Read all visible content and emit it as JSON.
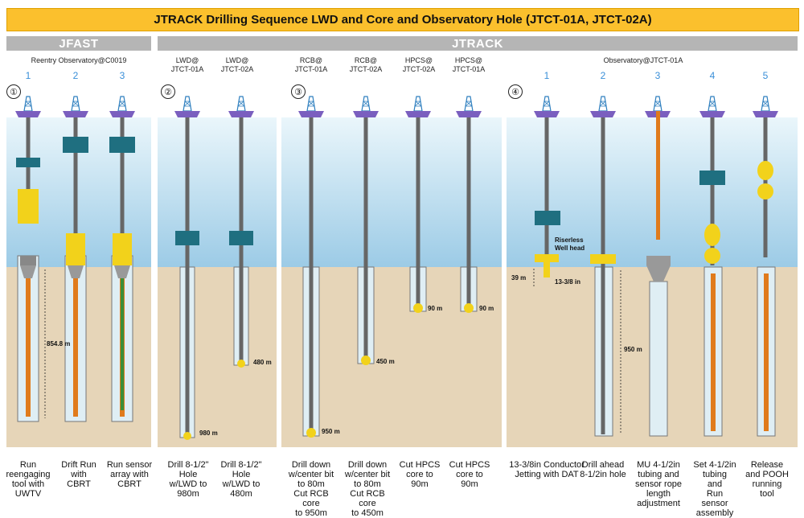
{
  "title": "JTRACK Drilling Sequence LWD and Core and Observatory Hole  (JTCT-01A, JTCT-02A)",
  "sections": {
    "jfast": "JFAST",
    "jtrack": "JTRACK"
  },
  "groups": {
    "g1": {
      "marker": "①",
      "label": "Reentry Observatory@C0019",
      "steps": [
        "1",
        "2",
        "3"
      ]
    },
    "g2": {
      "marker": "②",
      "labels": [
        "LWD@\nJTCT-01A",
        "LWD@\nJTCT-02A"
      ]
    },
    "g3": {
      "marker": "③",
      "labels": [
        "RCB@\nJTCT-01A",
        "RCB@\nJTCT-02A",
        "HPCS@\nJTCT-02A",
        "HPCS@\nJTCT-01A"
      ]
    },
    "g4": {
      "marker": "④",
      "label": "Observatory@JTCT-01A",
      "steps": [
        "1",
        "2",
        "3",
        "4",
        "5"
      ]
    }
  },
  "annotations": {
    "d854": "854.8 m",
    "d980": "980 m",
    "d480": "480 m",
    "d950a": "950 m",
    "d450": "450 m",
    "d90a": "90 m",
    "d90b": "90 m",
    "d39": "39 m",
    "d1338": "13-3/8 in",
    "riserless": "Riserless\nWell head",
    "d950b": "950 m"
  },
  "captions": [
    "Run\nreengaging\ntool with\nUWTV",
    "Drift Run with\nCBRT",
    "Run sensor\narray with\nCBRT",
    "Drill 8-1/2\"\nHole\nw/LWD to\n980m",
    "Drill 8-1/2\"\nHole\nw/LWD to\n480m",
    "Drill down\nw/center bit\nto 80m\nCut RCB core\nto 950m",
    "Drill down\nw/center bit\nto 80m\nCut RCB core\nto 450m",
    "Cut HPCS\ncore to\n90m",
    "Cut HPCS\ncore to\n90m",
    "13-3/8in Conductor\nJetting with DAT",
    "Drill ahead\n8-1/2in hole",
    "MU 4-1/2in\ntubing and\nsensor rope\nlength\nadjustment",
    "Set 4-1/2in\ntubing\nand\nRun\nsensor assembly",
    "Release\nand POOH\nrunning tool"
  ],
  "colors": {
    "title_bg": "#fbc02d",
    "section_bar": "#b5b5b5",
    "water_top": "#eaf6fb",
    "water_bottom": "#9ccbe6",
    "seabed": "#e6d5b8",
    "tool_yellow": "#f2d21b",
    "tool_teal": "#1f6f80",
    "step_number": "#3a8fd8",
    "rig": "#2e7fbf",
    "core_orange": "#e07b1c"
  }
}
